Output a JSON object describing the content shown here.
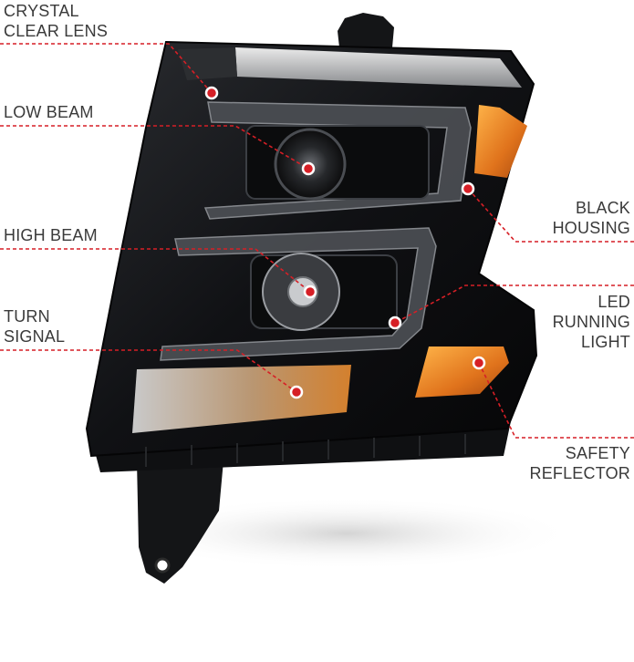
{
  "colors": {
    "background": "#ffffff",
    "label_text": "#3a3a3a",
    "callout_line": "#d61f26",
    "housing": "#111214",
    "amber": "#e7892a"
  },
  "callouts": [
    {
      "id": "crystal-clear-lens",
      "lines": [
        "CRYSTAL",
        "CLEAR LENS"
      ],
      "side": "left"
    },
    {
      "id": "low-beam",
      "lines": [
        "LOW BEAM"
      ],
      "side": "left"
    },
    {
      "id": "high-beam",
      "lines": [
        "HIGH BEAM"
      ],
      "side": "left"
    },
    {
      "id": "turn-signal",
      "lines": [
        "TURN",
        "SIGNAL"
      ],
      "side": "left"
    },
    {
      "id": "black-housing",
      "lines": [
        "BLACK",
        "HOUSING"
      ],
      "side": "right"
    },
    {
      "id": "led-running-light",
      "lines": [
        "LED",
        "RUNNING",
        "LIGHT"
      ],
      "side": "right"
    },
    {
      "id": "safety-reflector",
      "lines": [
        "SAFETY",
        "REFLECTOR"
      ],
      "side": "right"
    }
  ]
}
